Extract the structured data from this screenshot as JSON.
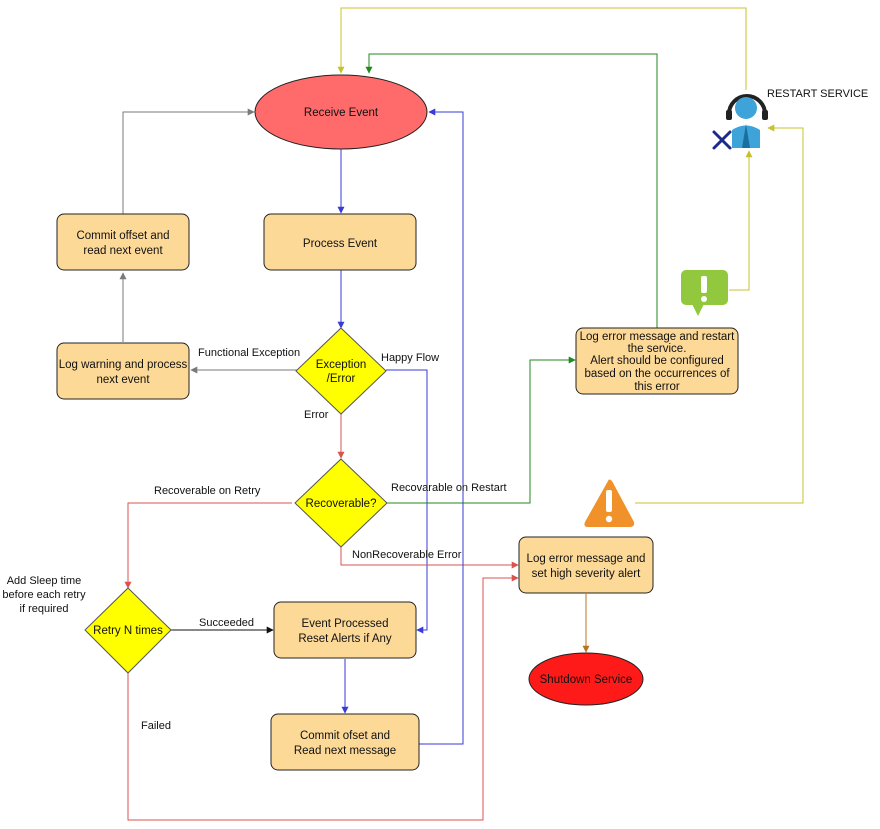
{
  "nodes": {
    "receive_event": "Receive Event",
    "process_event": "Process Event",
    "commit_offset_read_next": [
      "Commit offset and",
      "read next event"
    ],
    "log_warning": [
      "Log warning and process",
      "next event"
    ],
    "exception_error": [
      "Exception",
      "/Error"
    ],
    "recoverable": "Recoverable?",
    "retry_n_times": "Retry N times",
    "event_processed": [
      "Event Processed",
      "Reset Alerts if Any"
    ],
    "commit_ofset_read_message": [
      "Commit ofset and",
      "Read next message"
    ],
    "log_error_restart": [
      "Log error message and restart",
      "the service.",
      "Alert should be configured",
      "based on the occurrences of",
      "this error"
    ],
    "log_error_alert": [
      "Log error message and",
      "set high severity alert"
    ],
    "shutdown_service": "Shutdown Service",
    "restart_service": "RESTART SERVICE"
  },
  "edge_labels": {
    "functional_exception": "Functional Exception",
    "happy_flow": "Happy Flow",
    "error": "Error",
    "recoverable_on_retry": "Recoverable on Retry",
    "recoverable_on_restart": "Recovarable on Restart",
    "nonrecoverable_error": "NonRecoverable Error",
    "sleep_note": [
      "Add Sleep time",
      "before each retry",
      "if required"
    ],
    "succeeded": "Succeeded",
    "failed": "Failed"
  },
  "icons": [
    "support-agent-icon",
    "alert-bubble-icon",
    "warning-triangle-icon"
  ],
  "colors": {
    "box_fill": "#fdd998",
    "decision_fill": "#ffff00",
    "receive_fill": "#ff6b6b",
    "shutdown_fill": "#ff1a1a",
    "blue_edge": "#3a3ad8",
    "red_edge": "#d9534f",
    "green_edge": "#1f8a1f",
    "gray_edge": "#7a7a7a",
    "yellow_edge": "#c8c02a",
    "brown_edge": "#b8731f",
    "warning_orange": "#f0912a",
    "alert_green": "#92c83e"
  }
}
